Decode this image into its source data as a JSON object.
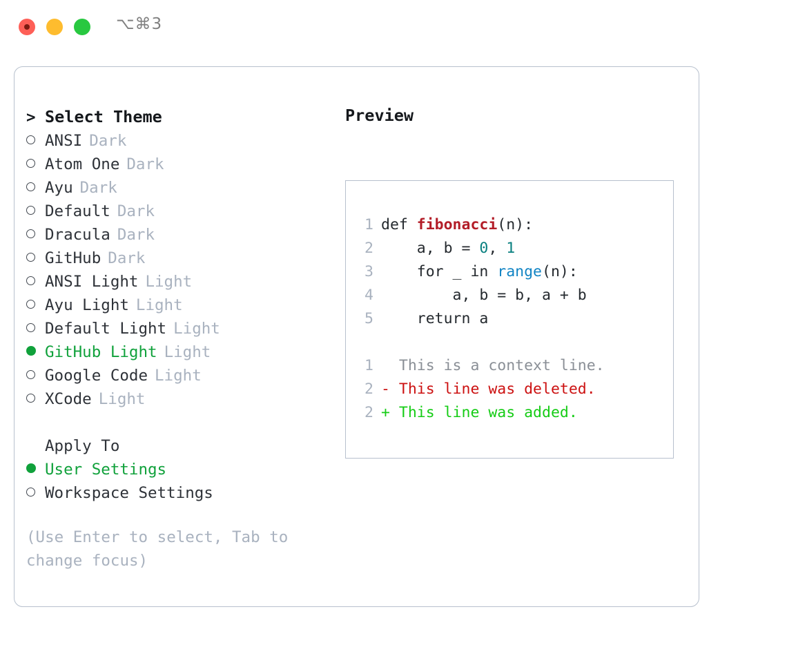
{
  "titlebar": {
    "shortcut": "⌥⌘3",
    "buttons": [
      {
        "name": "close",
        "color": "#fe5f57"
      },
      {
        "name": "minimize",
        "color": "#febc2e"
      },
      {
        "name": "zoom",
        "color": "#28c840"
      }
    ]
  },
  "theme_selector": {
    "caret": ">",
    "heading": "Select Theme",
    "marker_selected": "●",
    "marker_unselected": "○",
    "items": [
      {
        "label": "ANSI",
        "variant": "Dark",
        "selected": false
      },
      {
        "label": "Atom One",
        "variant": "Dark",
        "selected": false
      },
      {
        "label": "Ayu",
        "variant": "Dark",
        "selected": false
      },
      {
        "label": "Default",
        "variant": "Dark",
        "selected": false
      },
      {
        "label": "Dracula",
        "variant": "Dark",
        "selected": false
      },
      {
        "label": "GitHub",
        "variant": "Dark",
        "selected": false
      },
      {
        "label": "ANSI Light",
        "variant": "Light",
        "selected": false
      },
      {
        "label": "Ayu Light",
        "variant": "Light",
        "selected": false
      },
      {
        "label": "Default Light",
        "variant": "Light",
        "selected": false
      },
      {
        "label": "GitHub Light",
        "variant": "Light",
        "selected": true
      },
      {
        "label": "Google Code",
        "variant": "Light",
        "selected": false
      },
      {
        "label": "XCode",
        "variant": "Light",
        "selected": false
      }
    ]
  },
  "apply_to": {
    "heading": "Apply To",
    "items": [
      {
        "label": "User Settings",
        "selected": true
      },
      {
        "label": "Workspace Settings",
        "selected": false
      }
    ]
  },
  "hint": "(Use Enter to select, Tab to change focus)",
  "preview": {
    "title": "Preview",
    "code_lines": [
      {
        "num": "1",
        "tokens": [
          {
            "text": "def ",
            "cls": "tok-plain"
          },
          {
            "text": "fibonacci",
            "cls": "tok-func"
          },
          {
            "text": "(n):",
            "cls": "tok-plain"
          }
        ]
      },
      {
        "num": "2",
        "tokens": [
          {
            "text": "    a, b = ",
            "cls": "tok-plain"
          },
          {
            "text": "0",
            "cls": "tok-num"
          },
          {
            "text": ", ",
            "cls": "tok-plain"
          },
          {
            "text": "1",
            "cls": "tok-num"
          }
        ]
      },
      {
        "num": "3",
        "tokens": [
          {
            "text": "    for _ in ",
            "cls": "tok-plain"
          },
          {
            "text": "range",
            "cls": "tok-builtin"
          },
          {
            "text": "(n):",
            "cls": "tok-plain"
          }
        ]
      },
      {
        "num": "4",
        "tokens": [
          {
            "text": "        a, b = b, a + b",
            "cls": "tok-plain"
          }
        ]
      },
      {
        "num": "5",
        "tokens": [
          {
            "text": "    return a",
            "cls": "tok-plain"
          }
        ]
      }
    ],
    "diff_lines": [
      {
        "num": "1",
        "text": "  This is a context line.",
        "cls": "diff-ctx"
      },
      {
        "num": "2",
        "text": "- This line was deleted.",
        "cls": "diff-del"
      },
      {
        "num": "2",
        "text": "+ This line was added.",
        "cls": "diff-add"
      }
    ]
  },
  "colors": {
    "accent_green": "#10a13b",
    "border": "#b7c0cd",
    "muted": "#a9b2bf",
    "text": "#2e3238",
    "diff_delete": "#cc1111",
    "diff_add": "#15cc15",
    "func_red": "#b31d28",
    "builtin_blue": "#1184c4",
    "number_teal": "#087f7f"
  }
}
